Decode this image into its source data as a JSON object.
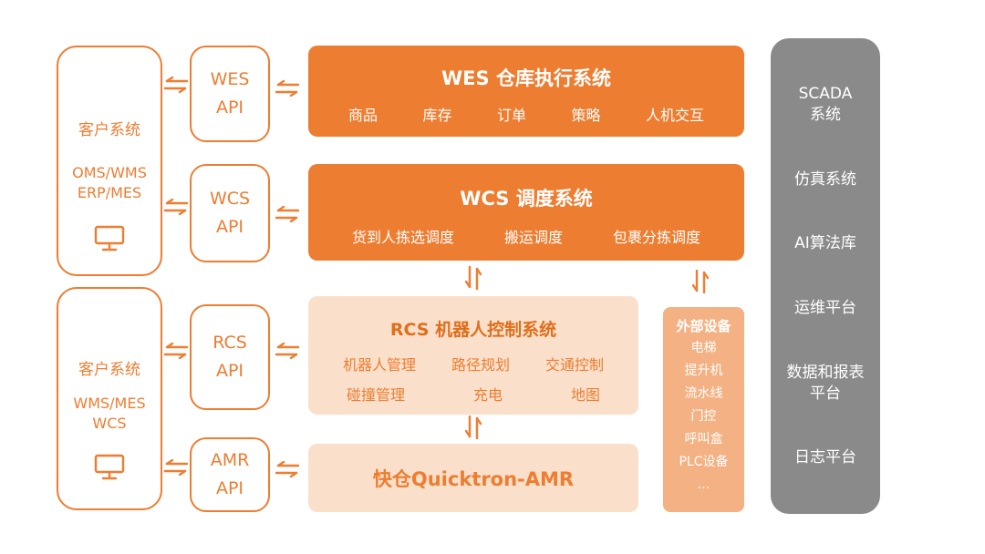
{
  "colors": {
    "accent_orange": "#ED7D31",
    "light_peach": "#FAE0CB",
    "medium_orange": "#F4B183",
    "panel_gray": "#8A8A8A"
  },
  "client_system_top": {
    "title": "客户系统",
    "line1": "OMS/WMS",
    "line2": "ERP/MES"
  },
  "client_system_bottom": {
    "title": "客户系统",
    "line1": "WMS/MES",
    "line2": "WCS"
  },
  "api_boxes": {
    "wes": {
      "line1": "WES",
      "line2": "API"
    },
    "wcs": {
      "line1": "WCS",
      "line2": "API"
    },
    "rcs": {
      "line1": "RCS",
      "line2": "API"
    },
    "amr": {
      "line1": "AMR",
      "line2": "API"
    }
  },
  "wes_system": {
    "title": "WES 仓库执行系统",
    "items": [
      "商品",
      "库存",
      "订单",
      "策略",
      "人机交互"
    ]
  },
  "wcs_system": {
    "title": "WCS 调度系统",
    "items": [
      "货到人拣选调度",
      "搬运调度",
      "包裹分拣调度"
    ]
  },
  "rcs_system": {
    "title": "RCS 机器人控制系统",
    "row1": [
      "机器人管理",
      "路径规划",
      "交通控制"
    ],
    "row2": [
      "碰撞管理",
      "充电",
      "地图"
    ]
  },
  "amr_system": {
    "title": "快仓Quicktron-AMR"
  },
  "external_devices": {
    "title": "外部设备",
    "items": [
      "电梯",
      "提升机",
      "流水线",
      "门控",
      "呼叫盒",
      "PLC设备",
      "..."
    ]
  },
  "right_panel": {
    "items": [
      "SCADA\n系统",
      "仿真系统",
      "AI算法库",
      "运维平台",
      "数据和报表\n平台",
      "日志平台"
    ]
  }
}
